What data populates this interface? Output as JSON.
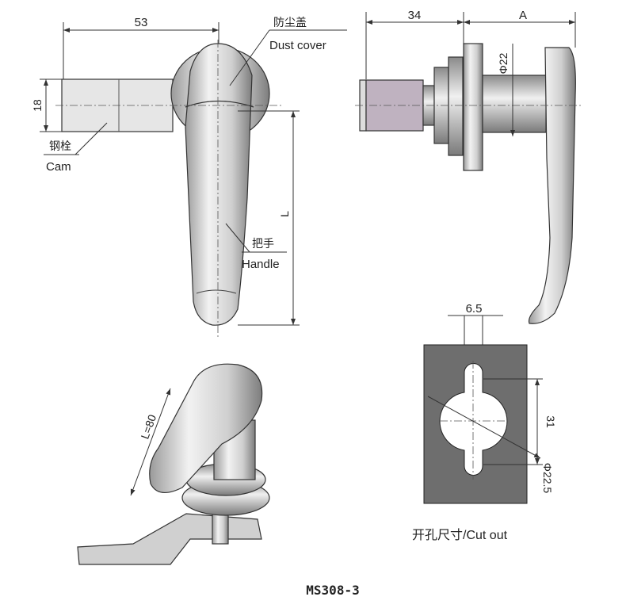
{
  "front_view": {
    "dim_width": "53",
    "dim_cam_height": "18",
    "dim_length": "L",
    "label_dust_cover_cn": "防尘盖",
    "label_dust_cover_en": "Dust cover",
    "label_cam_cn": "钢栓",
    "label_cam_en": "Cam",
    "label_handle_cn": "把手",
    "label_handle_en": "Handle"
  },
  "side_view": {
    "dim_cam_length": "34",
    "dim_a": "A",
    "dim_diameter": "Φ22"
  },
  "iso_view": {
    "dim_length": "L=80"
  },
  "cutout": {
    "dim_slot_width": "6.5",
    "dim_slot_span": "31",
    "dim_hole_diameter": "Φ22.5",
    "caption": "开孔尺寸/Cut out"
  },
  "model": "MS308-3",
  "colors": {
    "cam": "#bfb2c0",
    "cutout_plate": "#6e6e6e",
    "metal": "#d8d8d8"
  }
}
